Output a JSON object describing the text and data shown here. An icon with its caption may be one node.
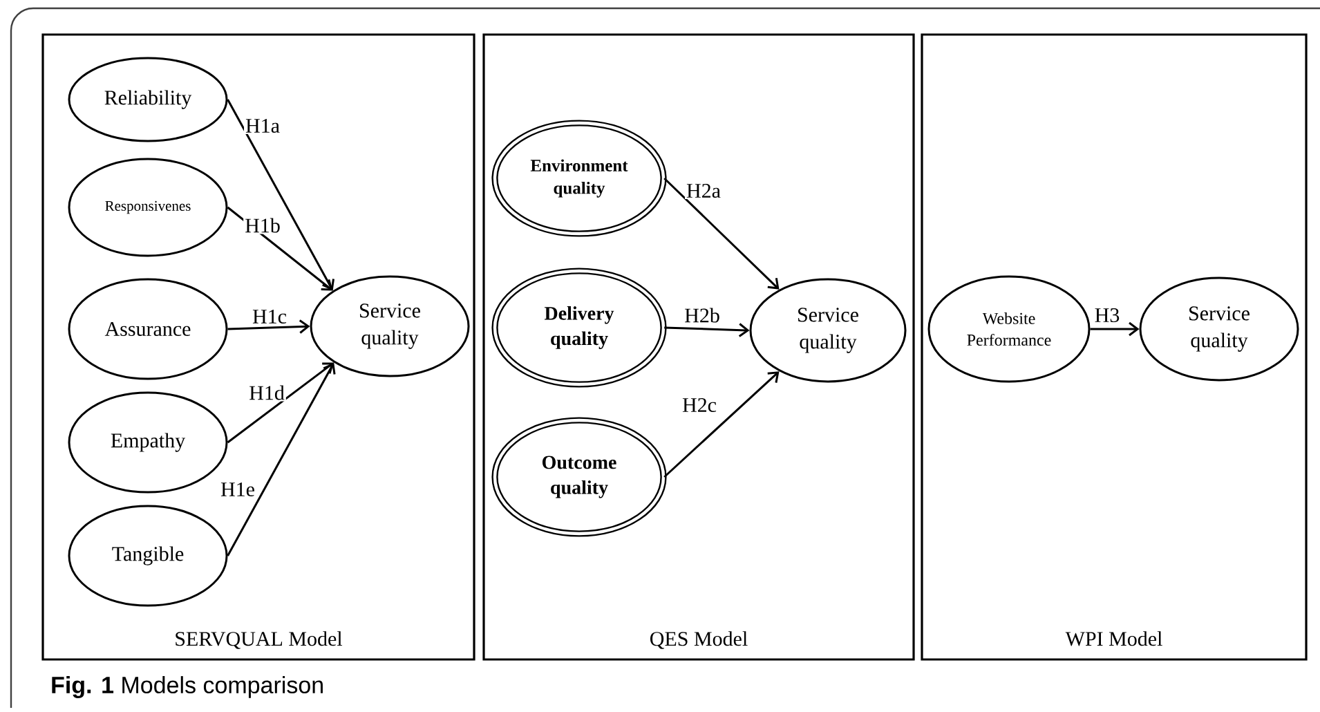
{
  "diagram": {
    "caption": "**Fig. 1** Models comparison",
    "nodes": [
      {
        "text": [
          "SERVQUAL Model"
        ]
      },
      {
        "text": [
          "Reliability"
        ],
        "in": 0
      },
      {
        "text": [
          "Responsivenes"
        ],
        "in": 0
      },
      {
        "text": [
          "Assurance"
        ],
        "in": 0
      },
      {
        "text": [
          "Empathy"
        ],
        "in": 0
      },
      {
        "text": [
          "Tangible"
        ],
        "in": 0
      },
      {
        "text": [
          "Service quality"
        ],
        "in": 0
      },
      {
        "text": [
          "QES Model"
        ]
      },
      {
        "text": [
          "Environment quality"
        ],
        "in": 7
      },
      {
        "text": [
          "Delivery quality"
        ],
        "in": 7
      },
      {
        "text": [
          "Outcome quality"
        ],
        "in": 7
      },
      {
        "text": [
          "Service quality"
        ],
        "in": 7
      },
      {
        "text": [
          "WPI Model"
        ]
      },
      {
        "text": [
          "Website Performance"
        ],
        "in": 12
      },
      {
        "text": [
          "Service quality"
        ],
        "in": 12
      }
    ],
    "edges": [
      {
        "from": 1,
        "to": 6,
        "arrow": "to",
        "label": "H1a"
      },
      {
        "from": 2,
        "to": 6,
        "arrow": "to",
        "label": "H1b"
      },
      {
        "from": 3,
        "to": 6,
        "arrow": "to",
        "label": "H1c"
      },
      {
        "from": 4,
        "to": 6,
        "arrow": "to",
        "label": "H1d"
      },
      {
        "from": 5,
        "to": 6,
        "arrow": "to",
        "label": "H1e"
      },
      {
        "from": 8,
        "to": 11,
        "arrow": "to",
        "label": "H2a"
      },
      {
        "from": 9,
        "to": 11,
        "arrow": "to",
        "label": "H2b"
      },
      {
        "from": 10,
        "to": 11,
        "arrow": "to",
        "label": "H2c"
      },
      {
        "from": 13,
        "to": 14,
        "arrow": "to",
        "label": "H3"
      }
    ]
  }
}
